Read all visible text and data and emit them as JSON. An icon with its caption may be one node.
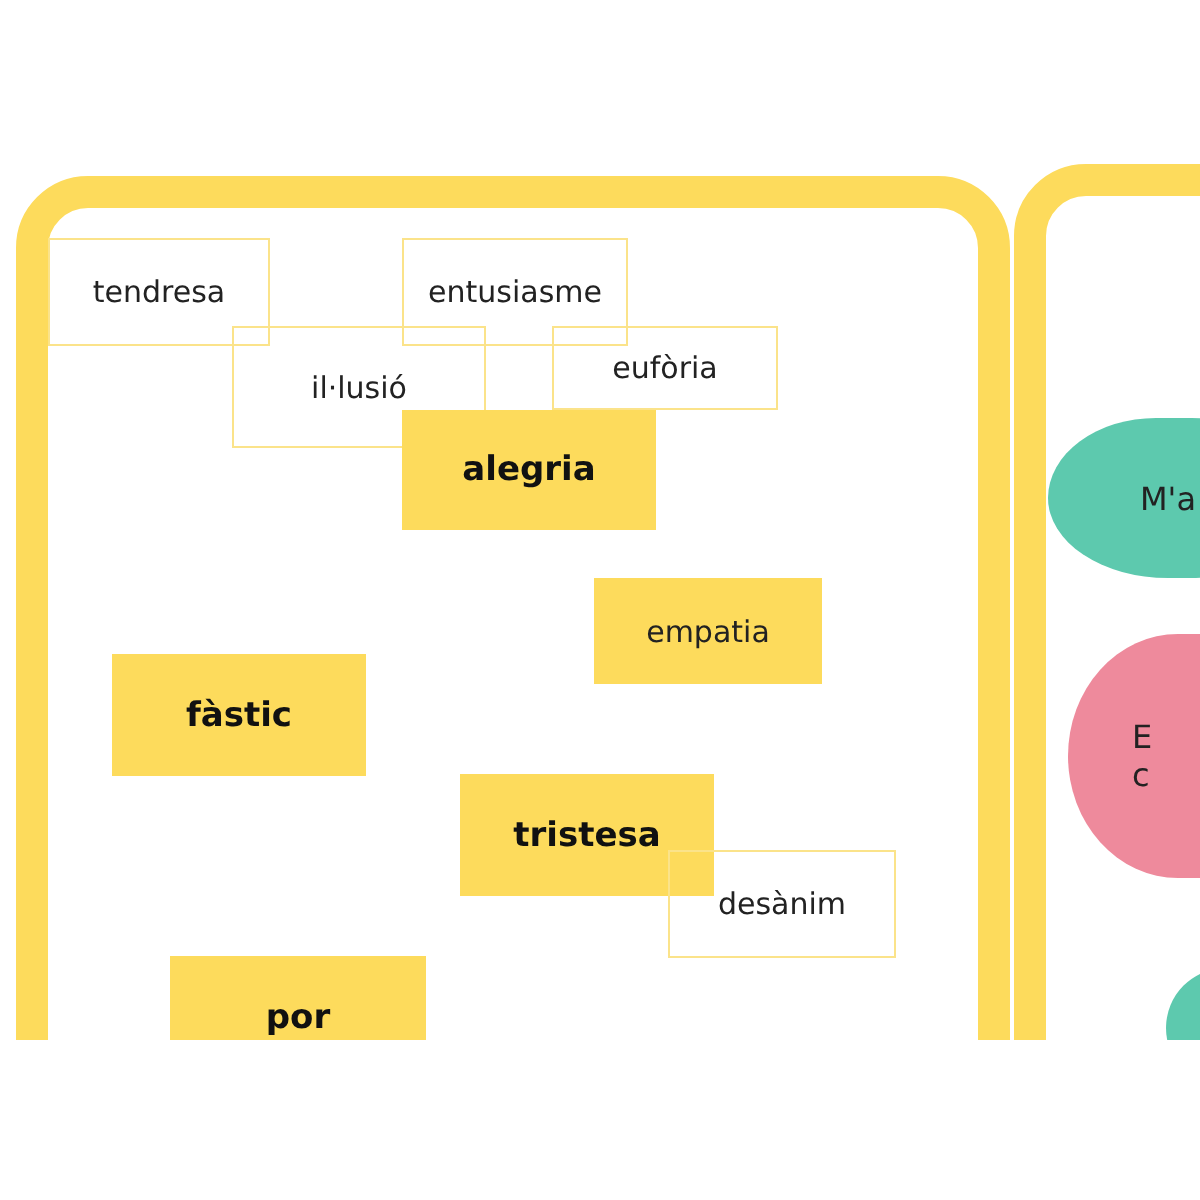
{
  "diagram": {
    "nodes": [
      {
        "text": [],
        "shape": "box"
      },
      {
        "text": [
          "tendresa"
        ],
        "in": 0
      },
      {
        "text": [
          "entusiasme"
        ],
        "in": 0
      },
      {
        "text": [
          "il·lusió"
        ],
        "in": 0
      },
      {
        "text": [
          "eufòria"
        ],
        "in": 0
      },
      {
        "text": [
          "alegria"
        ],
        "in": 0
      },
      {
        "text": [
          "empatia"
        ],
        "in": 0
      },
      {
        "text": [
          "fàstic"
        ],
        "in": 0
      },
      {
        "text": [
          "tristesa"
        ],
        "in": 0
      },
      {
        "text": [
          "desànim"
        ],
        "in": 0
      },
      {
        "text": [
          "por"
        ],
        "in": 0
      },
      {
        "text": [],
        "shape": "box"
      },
      {
        "text": [
          "M'a"
        ],
        "in": 11
      },
      {
        "text": [
          "E c"
        ],
        "in": 11
      },
      {
        "text": [],
        "shape": "circle",
        "in": 11
      }
    ]
  }
}
